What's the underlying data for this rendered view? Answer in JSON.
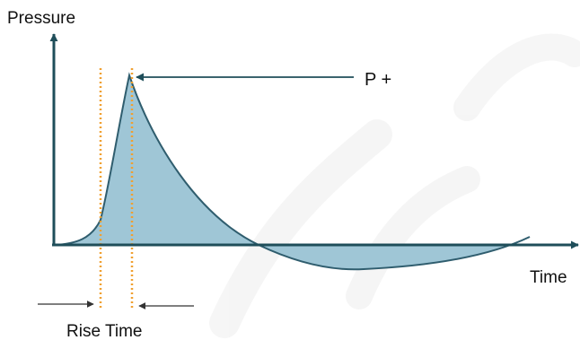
{
  "labels": {
    "y_axis": "Pressure",
    "x_axis": "Time",
    "peak": "P +",
    "rise_time": "Rise Time"
  },
  "colors": {
    "axis": "#1f4e5a",
    "curve": "#2f5d6e",
    "fill_positive": "#9fc6d6",
    "fill_negative": "#9fc6d6",
    "marker": "#f0a030",
    "arrow": "#333333",
    "watermark": "#eeeeee"
  },
  "icons": {
    "peak_pointer": "arrow-left-icon",
    "rise_start": "arrow-right-icon",
    "rise_end": "arrow-left-icon"
  }
}
